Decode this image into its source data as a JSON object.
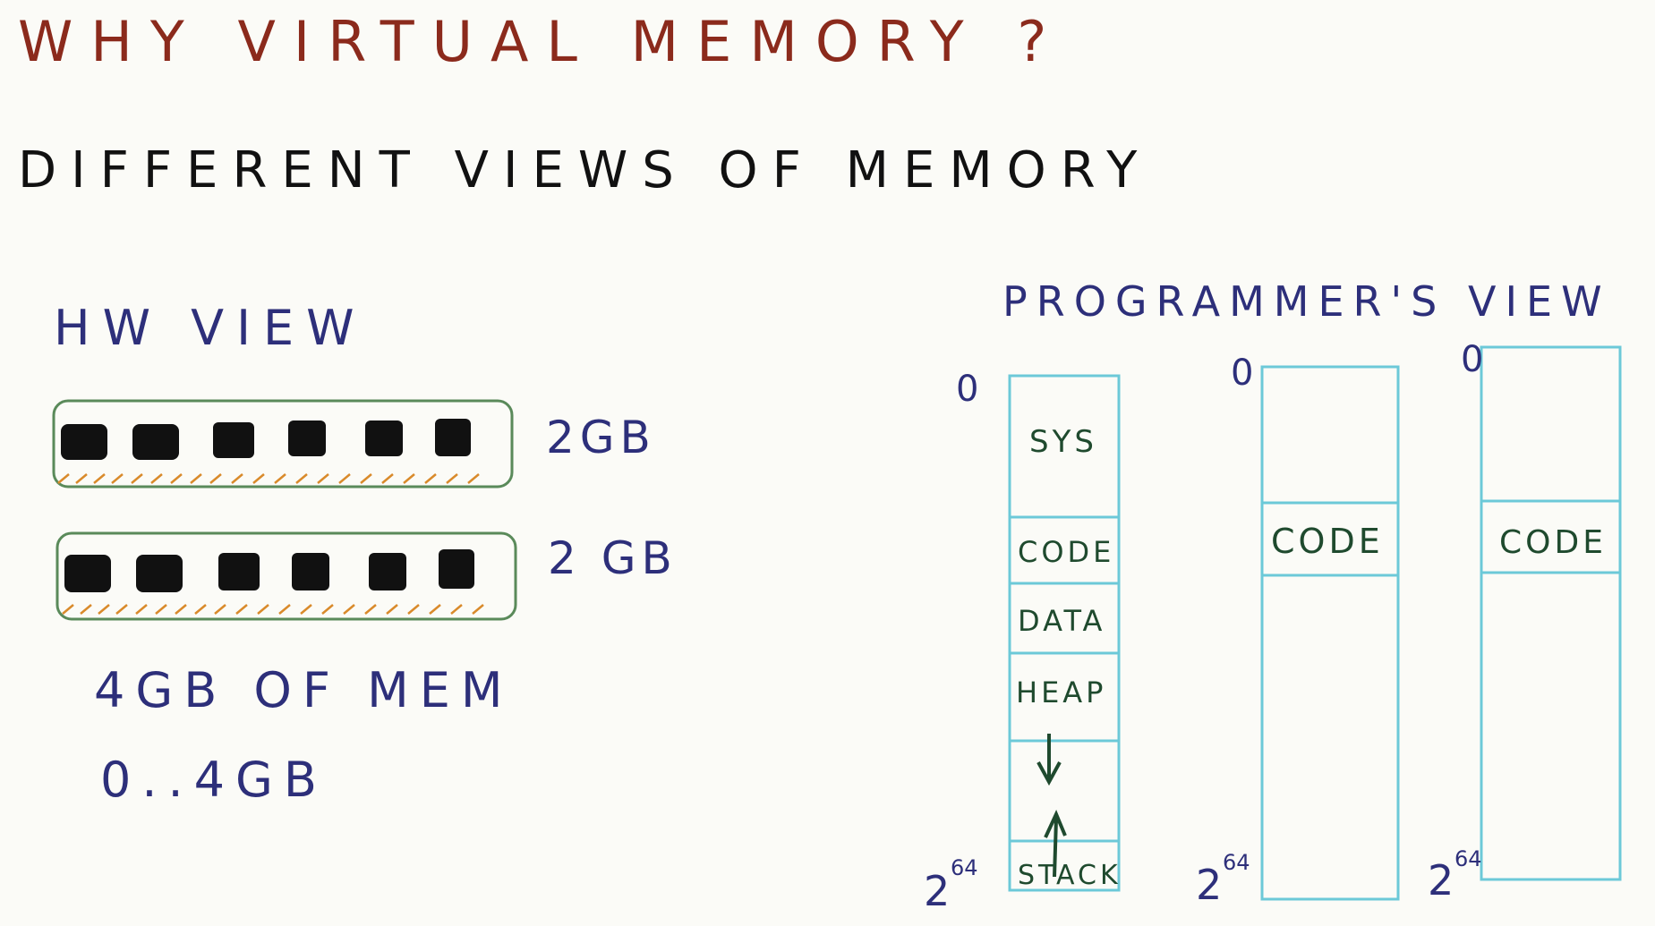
{
  "title": "WHY VIRTUAL MEMORY ?",
  "subtitle": "DIFFERENT VIEWS OF MEMORY",
  "hw_view": {
    "label": "HW VIEW",
    "modules": [
      {
        "size_label": "2GB"
      },
      {
        "size_label": "2 GB"
      }
    ],
    "total_line1": "4GB OF MEM",
    "total_line2": "0..4GB"
  },
  "programmer_view": {
    "label": "PROGRAMMER'S VIEW",
    "columns": [
      {
        "top_label": "0",
        "bottom_base": "2",
        "bottom_exp": "64",
        "segments": [
          "SYS",
          "CODE",
          "DATA",
          "HEAP",
          "STACK"
        ]
      },
      {
        "top_label": "0",
        "bottom_base": "2",
        "bottom_exp": "64",
        "segments": [
          "CODE"
        ]
      },
      {
        "top_label": "0",
        "bottom_base": "2",
        "bottom_exp": "64",
        "segments": [
          "CODE"
        ]
      }
    ]
  },
  "colors": {
    "title": "#8b2a1c",
    "subtitle": "#111111",
    "hw_text": "#2d2f7a",
    "module_border": "#5a8a5a",
    "module_pins": "#d98a2b",
    "chip": "#111111",
    "column_border": "#6cc9d8",
    "segment_text": "#1f4a2e",
    "arrow": "#1f4a2e"
  }
}
